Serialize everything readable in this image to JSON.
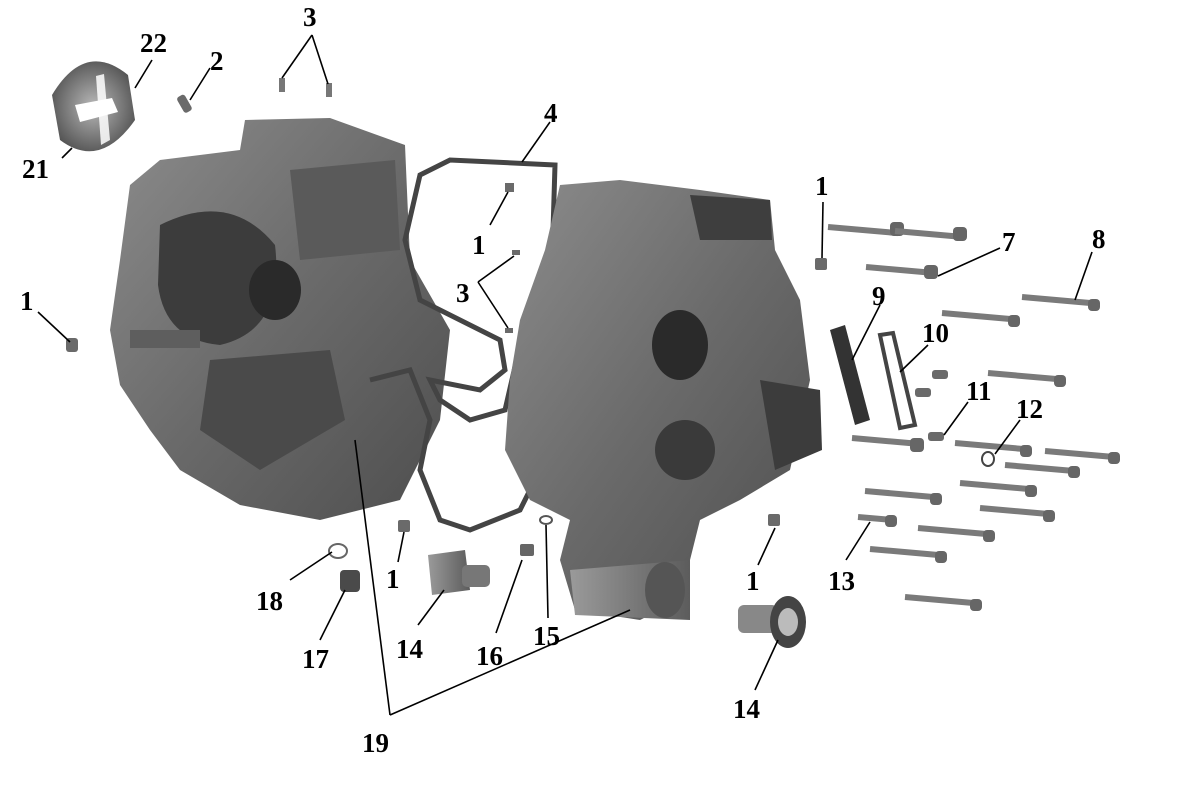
{
  "diagram": {
    "callouts": [
      {
        "id": "c22",
        "label": "22"
      },
      {
        "id": "c2",
        "label": "2"
      },
      {
        "id": "c3a",
        "label": "3"
      },
      {
        "id": "c21",
        "label": "21"
      },
      {
        "id": "c4",
        "label": "4"
      },
      {
        "id": "c1a",
        "label": "1"
      },
      {
        "id": "c1b",
        "label": "1"
      },
      {
        "id": "c3b",
        "label": "3"
      },
      {
        "id": "c1c",
        "label": "1"
      },
      {
        "id": "c7",
        "label": "7"
      },
      {
        "id": "c8",
        "label": "8"
      },
      {
        "id": "c9",
        "label": "9"
      },
      {
        "id": "c10",
        "label": "10"
      },
      {
        "id": "c11",
        "label": "11"
      },
      {
        "id": "c12",
        "label": "12"
      },
      {
        "id": "c13",
        "label": "13"
      },
      {
        "id": "c1d",
        "label": "1"
      },
      {
        "id": "c1e",
        "label": "1"
      },
      {
        "id": "c18",
        "label": "18"
      },
      {
        "id": "c17",
        "label": "17"
      },
      {
        "id": "c14a",
        "label": "14"
      },
      {
        "id": "c16",
        "label": "16"
      },
      {
        "id": "c15",
        "label": "15"
      },
      {
        "id": "c14b",
        "label": "14"
      },
      {
        "id": "c19",
        "label": "19"
      }
    ]
  }
}
